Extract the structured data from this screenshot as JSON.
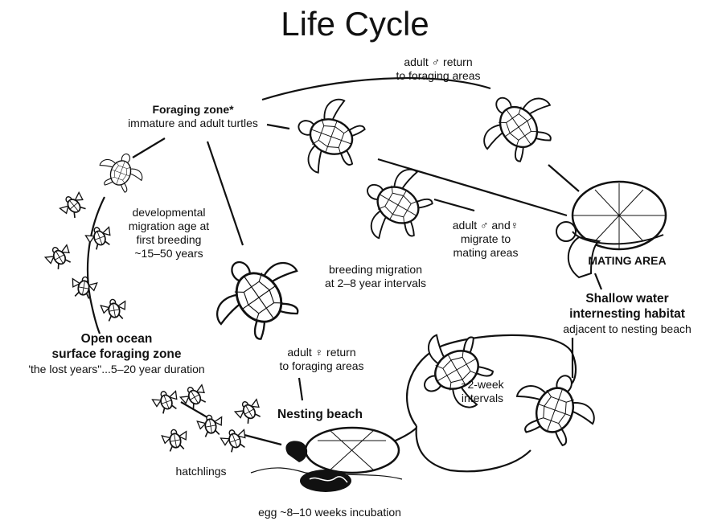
{
  "title": "Life Cycle",
  "labels": {
    "foraging_zone_heading": "Foraging zone*",
    "foraging_zone_sub": "immature and adult turtles",
    "adult_male_return_1": "adult ♂ return",
    "adult_male_return_2": "to foraging areas",
    "developmental_1": "developmental",
    "developmental_2": "migration age at",
    "developmental_3": "first breeding",
    "developmental_4": "~15–50 years",
    "adults_migrate_1": "adult ♂ and♀",
    "adults_migrate_2": "migrate to",
    "adults_migrate_3": "mating areas",
    "mating_area": "MATING AREA",
    "breeding_migration_1": "breeding migration",
    "breeding_migration_2": "at 2–8 year intervals",
    "shallow_water_1": "Shallow water",
    "shallow_water_2": "internesting habitat",
    "shallow_water_3": "adjacent to nesting beach",
    "open_ocean_1": "Open ocean",
    "open_ocean_2": "surface foraging zone",
    "open_ocean_3": "'the lost years\"...5–20 year duration",
    "adult_female_return_1": "adult ♀ return",
    "adult_female_return_2": "to foraging areas",
    "two_week_1": "~2-week",
    "two_week_2": "intervals",
    "nesting_beach": "Nesting beach",
    "hatchlings": "hatchlings",
    "egg_incubation": "egg ~8–10 weeks incubation"
  },
  "colors": {
    "ink": "#111111",
    "background": "#ffffff"
  }
}
